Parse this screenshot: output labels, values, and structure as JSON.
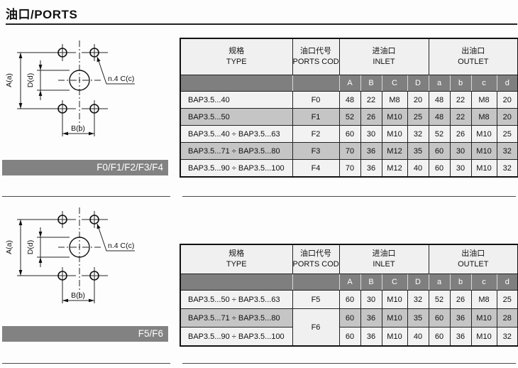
{
  "page": {
    "title": "油口/PORTS"
  },
  "diagram": {
    "dim_a": "A(a)",
    "dim_d": "D(d)",
    "dim_b": "B(b)",
    "holes_note": "n.4 C(c)"
  },
  "table_headers": {
    "type_cn": "规格",
    "type_en": "TYPE",
    "code_cn": "油口代号",
    "code_en": "PORTS CODE",
    "inlet_cn": "进油口",
    "inlet_en": "INLET",
    "outlet_cn": "出油口",
    "outlet_en": "OUTLET",
    "inlet_cols": [
      "A",
      "B",
      "C",
      "D"
    ],
    "outlet_cols": [
      "a",
      "b",
      "c",
      "d"
    ]
  },
  "sections": [
    {
      "banner": "F0/F1/F2/F3/F4",
      "table_rows": [
        {
          "type": "BAP3.5...40",
          "code": "F0",
          "inlet": [
            "48",
            "22",
            "M8",
            "20"
          ],
          "outlet": [
            "48",
            "22",
            "M8",
            "20"
          ]
        },
        {
          "type": "BAP3.5...50",
          "code": "F1",
          "inlet": [
            "52",
            "26",
            "M10",
            "25"
          ],
          "outlet": [
            "48",
            "22",
            "M8",
            "20"
          ]
        },
        {
          "type": "BAP3.5...40 ÷ BAP3.5...63",
          "code": "F2",
          "inlet": [
            "60",
            "30",
            "M10",
            "32"
          ],
          "outlet": [
            "52",
            "26",
            "M10",
            "25"
          ]
        },
        {
          "type": "BAP3.5...71 ÷ BAP3.5...80",
          "code": "F3",
          "inlet": [
            "70",
            "36",
            "M12",
            "35"
          ],
          "outlet": [
            "60",
            "30",
            "M10",
            "32"
          ]
        },
        {
          "type": "BAP3.5...90 ÷ BAP3.5...100",
          "code": "F4",
          "inlet": [
            "70",
            "36",
            "M12",
            "40"
          ],
          "outlet": [
            "60",
            "30",
            "M10",
            "32"
          ]
        }
      ]
    },
    {
      "banner": "F5/F6",
      "table_rows": [
        {
          "type": "BAP3.5...50 ÷ BAP3.5...63",
          "code": "F5",
          "inlet": [
            "60",
            "30",
            "M10",
            "32"
          ],
          "outlet": [
            "52",
            "26",
            "M8",
            "25"
          ]
        },
        {
          "type": "BAP3.5...71 ÷ BAP3.5...80",
          "code": "F6",
          "code_rowspan": 2,
          "inlet": [
            "60",
            "36",
            "M10",
            "35"
          ],
          "outlet": [
            "60",
            "36",
            "M10",
            "28"
          ]
        },
        {
          "type": "BAP3.5...90 ÷ BAP3.5...100",
          "code": null,
          "inlet": [
            "60",
            "36",
            "M10",
            "40"
          ],
          "outlet": [
            "60",
            "36",
            "M10",
            "32"
          ]
        }
      ]
    }
  ],
  "colors": {
    "banner_gray": "#828282",
    "subheader_gray": "#7f7f7f",
    "row_light": "#f2f2f2",
    "row_gray": "#c5c5c5",
    "header_bg": "#f0f0f0",
    "line": "#222222"
  }
}
